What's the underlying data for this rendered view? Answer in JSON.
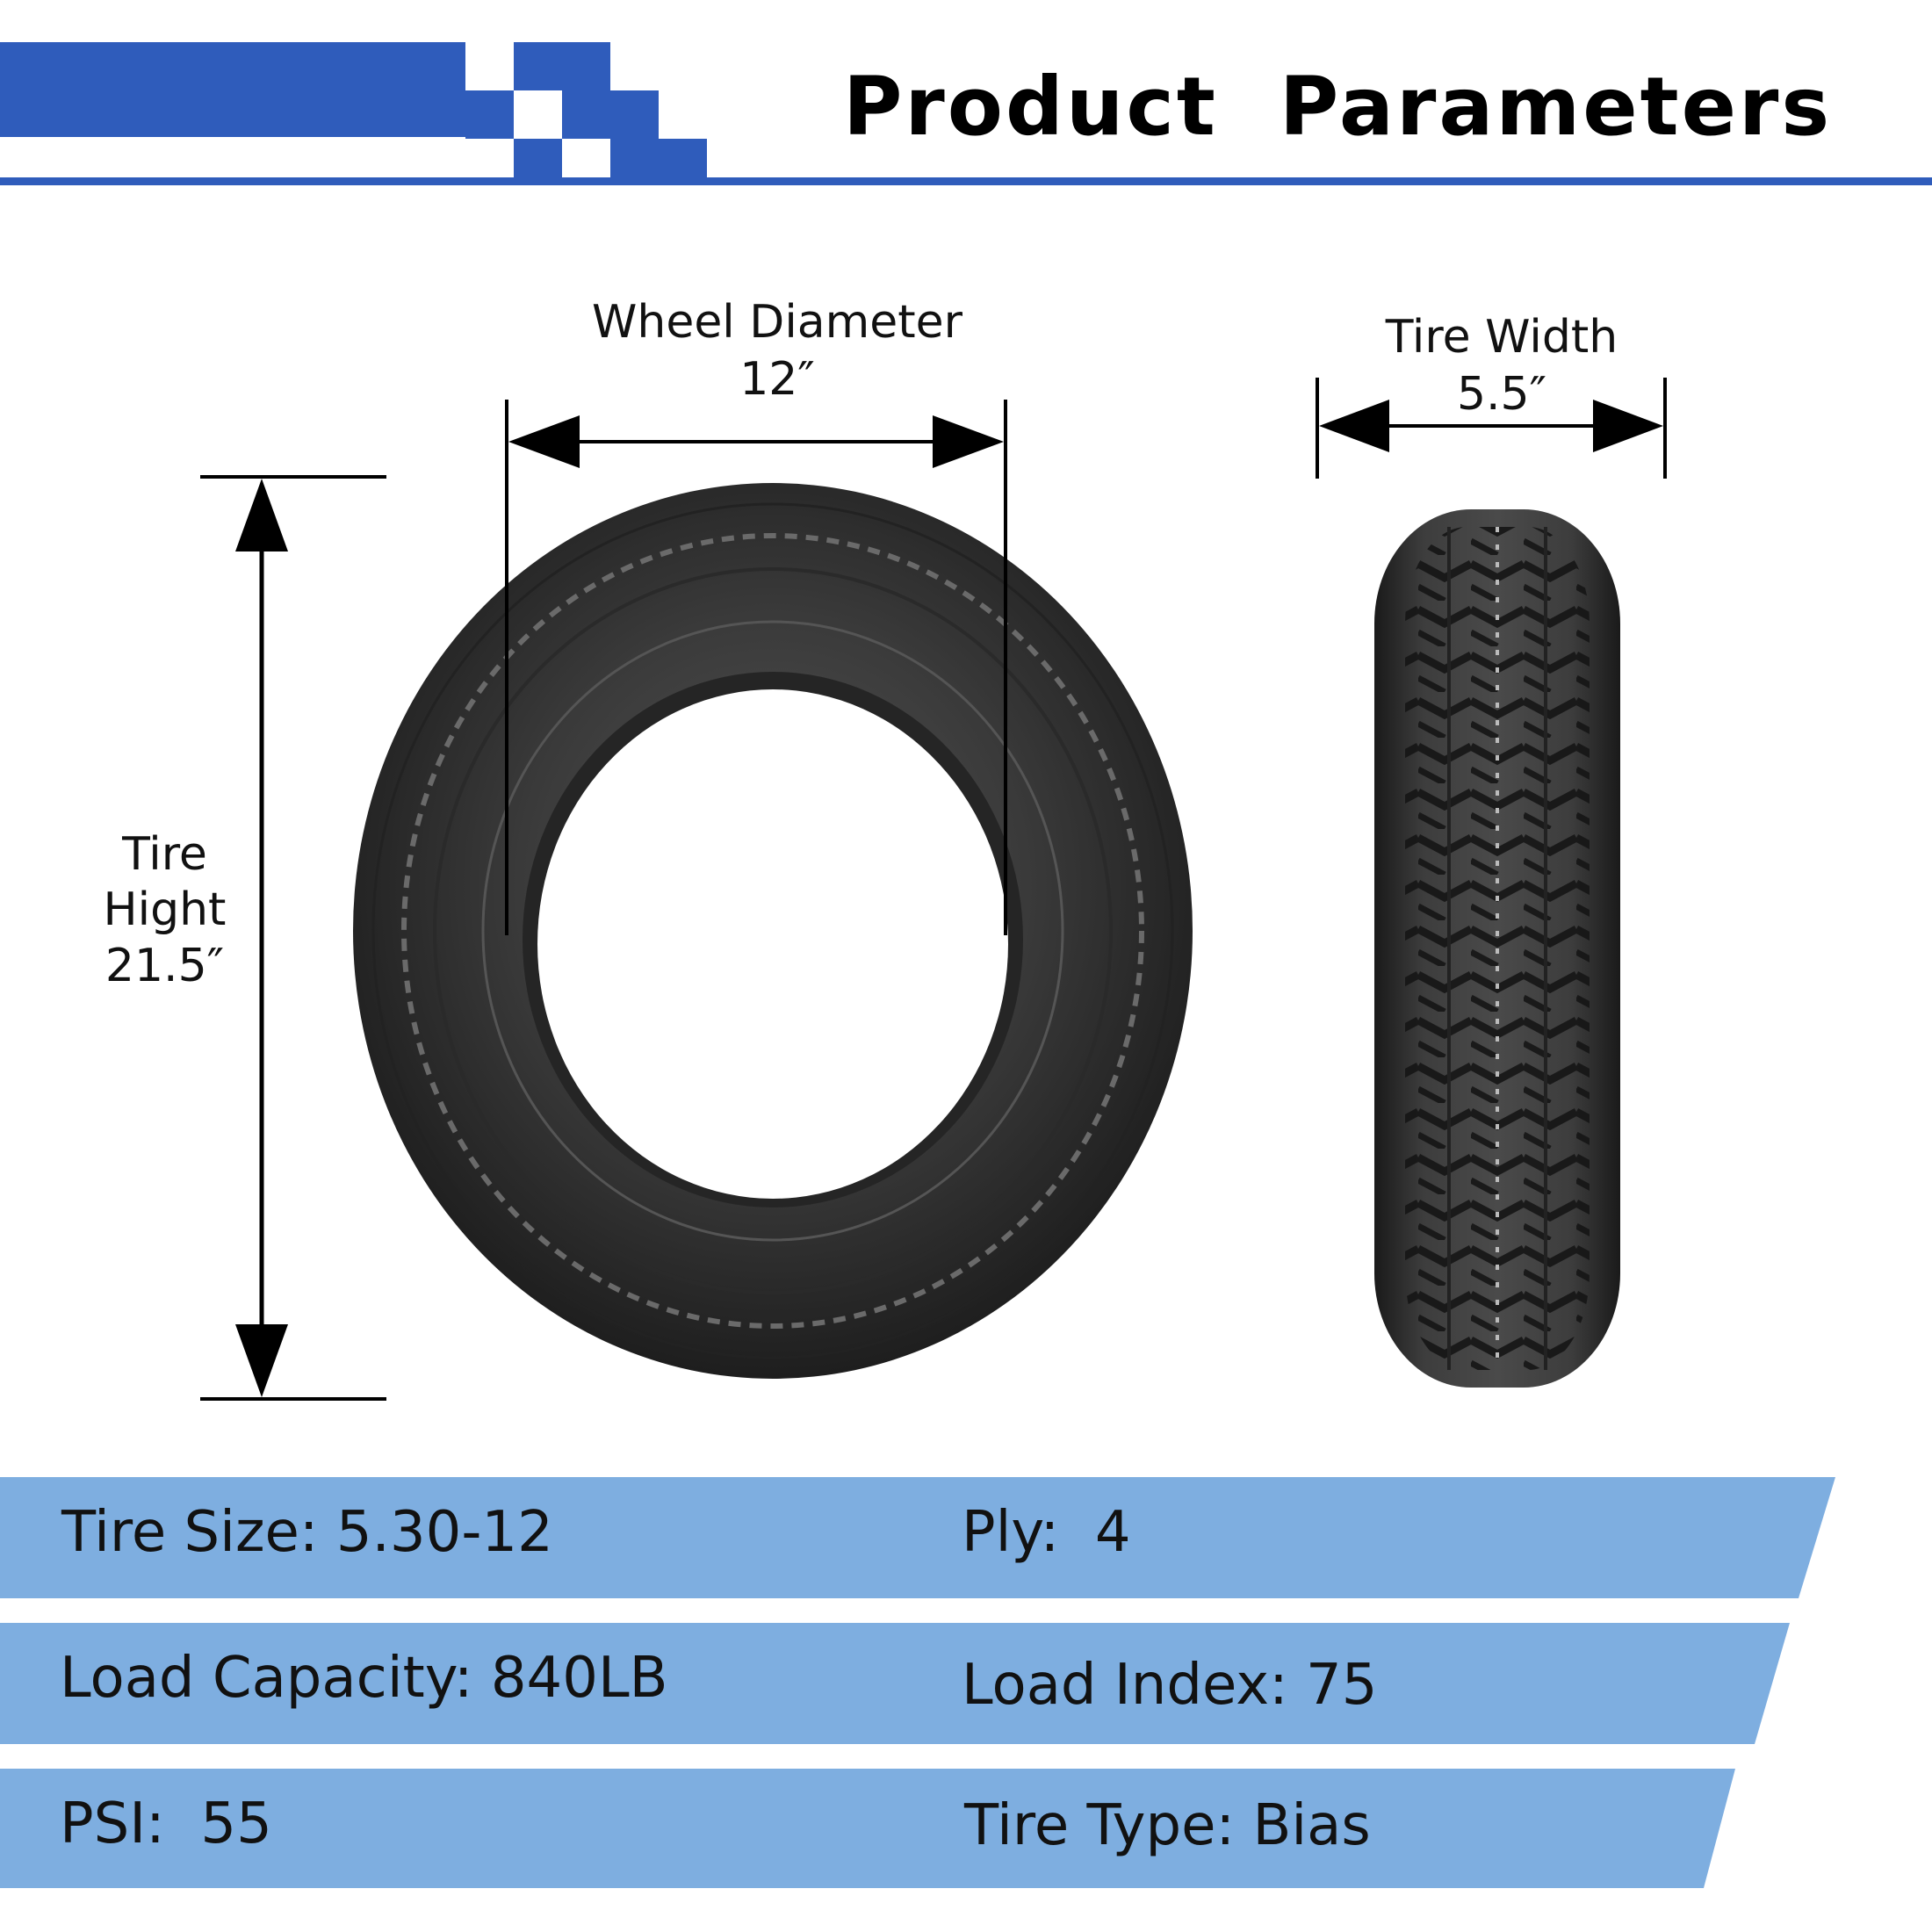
{
  "header": {
    "title": "Product  Parameters",
    "accent_color": "#2f5cbb"
  },
  "dimensions": {
    "wheel_diameter": {
      "label": "Wheel Diameter",
      "value": "12″"
    },
    "tire_width": {
      "label": "Tire Width",
      "value": "5.5″"
    },
    "tire_height": {
      "label_line1": "Tire",
      "label_line2": "Hight",
      "value": "21.5″"
    }
  },
  "specs": {
    "band_color": "#7eaee0",
    "rows": [
      {
        "left": "Tire Size: 5.30-12",
        "right": "Ply:  4"
      },
      {
        "left": "Load Capacity: 840LB",
        "right": "Load Index: 75"
      },
      {
        "left": "PSI:  55",
        "right": "Tire Type: Bias"
      }
    ]
  }
}
